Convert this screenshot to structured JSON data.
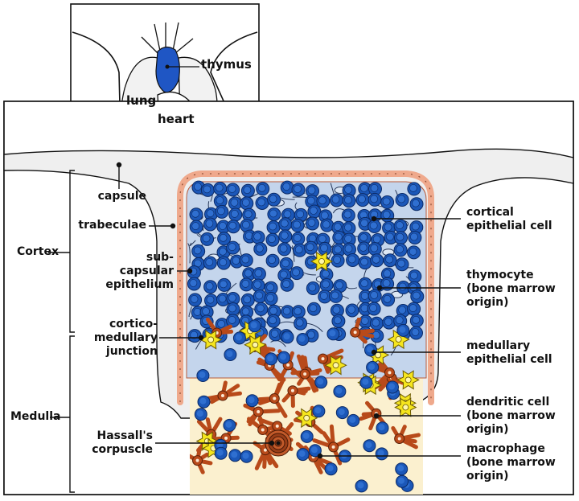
{
  "inset": {
    "thymus": "thymus",
    "lung": "lung",
    "heart": "heart"
  },
  "regions": {
    "cortex": "Cortex",
    "medulla": "Medulla"
  },
  "left_labels": {
    "capsule": "capsule",
    "trabeculae": "trabeculae",
    "subcapsular": "sub-\ncapsular\nepithelium",
    "corticomedullary": "cortico-\nmedullary\njunction",
    "hassalls": "Hassall's\ncorpuscle"
  },
  "right_labels": {
    "cortical_epithelial": "cortical\nepithelial cell",
    "thymocyte": "thymocyte\n(bone marrow\norigin)",
    "medullary_epithelial": "medullary\nepithelial cell",
    "dendritic": "dendritic cell\n(bone marrow\norigin)",
    "macrophage": "macrophage\n(bone marrow\norigin)"
  },
  "colors": {
    "thymus_blue": "#1f56c4",
    "thymocyte_blue": "#1b57b8",
    "cortex_bg": "#c4d5ec",
    "medulla_bg": "#fbf0cf",
    "medullary_epithelium": "#b84a1a",
    "dendritic_yellow": "#f5e51e",
    "capsule_gray": "#efefef",
    "subcapsular_pink": "#efa98c"
  }
}
